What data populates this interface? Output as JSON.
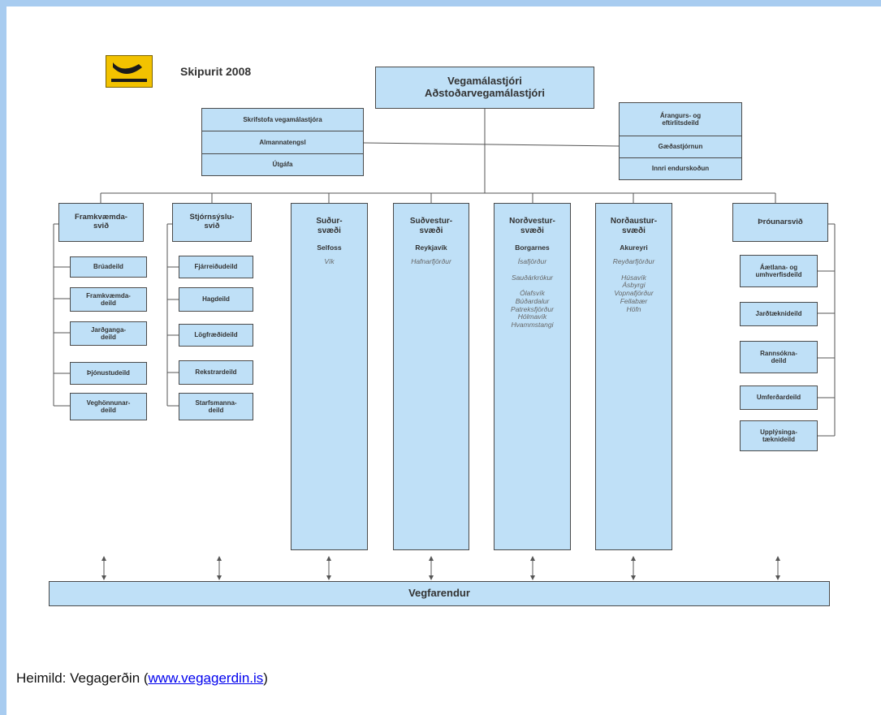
{
  "title": "Skipurit 2008",
  "top": {
    "line1": "Vegamálastjóri",
    "line2": "Aðstoðarvegamálastjóri"
  },
  "left_staff": [
    "Skrifstofa vegamálastjóra",
    "Almannatengsl",
    "Útgáfa"
  ],
  "right_staff": [
    "Árangurs- og\neftirlitsdeild",
    "Gæðastjórnun",
    "Innri endurskoðun"
  ],
  "divisions": {
    "framkvaemd": {
      "label": "Framkvæmda-\nsvið",
      "units": [
        "Brúadeild",
        "Framkvæmda-\ndeild",
        "Jarðganga-\ndeild",
        "Þjónustudeild",
        "Veghönnunar-\ndeild"
      ]
    },
    "stjornsysla": {
      "label": "Stjórnsýslu-\nsvið",
      "units": [
        "Fjárreiðudeild",
        "Hagdeild",
        "Lögfræðideild",
        "Rekstrardeild",
        "Starfsmanna-\ndeild"
      ]
    },
    "throun": {
      "label": "Þróunarsvið",
      "units": [
        "Áætlana- og\numhverfisdeild",
        "Jarðtæknideild",
        "Rannsókna-\ndeild",
        "Umferðardeild",
        "Upplýsinga-\ntæknideild"
      ]
    }
  },
  "regions": [
    {
      "name": "Suður-\nsvæði",
      "hq": "Selfoss",
      "offices": "Vík"
    },
    {
      "name": "Suðvestur-\nsvæði",
      "hq": "Reykjavík",
      "offices": "Hafnarfjörður"
    },
    {
      "name": "Norðvestur-\nsvæði",
      "hq": "Borgarnes",
      "offices": "Ísafjörður\n\nSauðárkrókur\n\nÓlafsvík\nBúðardalur\nPatreksfjörður\nHólmavík\nHvammstangi"
    },
    {
      "name": "Norðaustur-\nsvæði",
      "hq": "Akureyri",
      "offices": "Reyðarfjörður\n\nHúsavík\nÁsbyrgi\nVopnafjörður\nFellabær\nHöfn"
    }
  ],
  "bottom_bar": "Vegfarendur",
  "footer": {
    "prefix": "Heimild: Vegagerðin (",
    "link": "www.vegagerdin.is",
    "suffix": ")"
  },
  "colors": {
    "box_fill": "#bfe0f7",
    "frame": "#a8ccf0",
    "logo": "#f2c200",
    "link": "#0000ee"
  }
}
